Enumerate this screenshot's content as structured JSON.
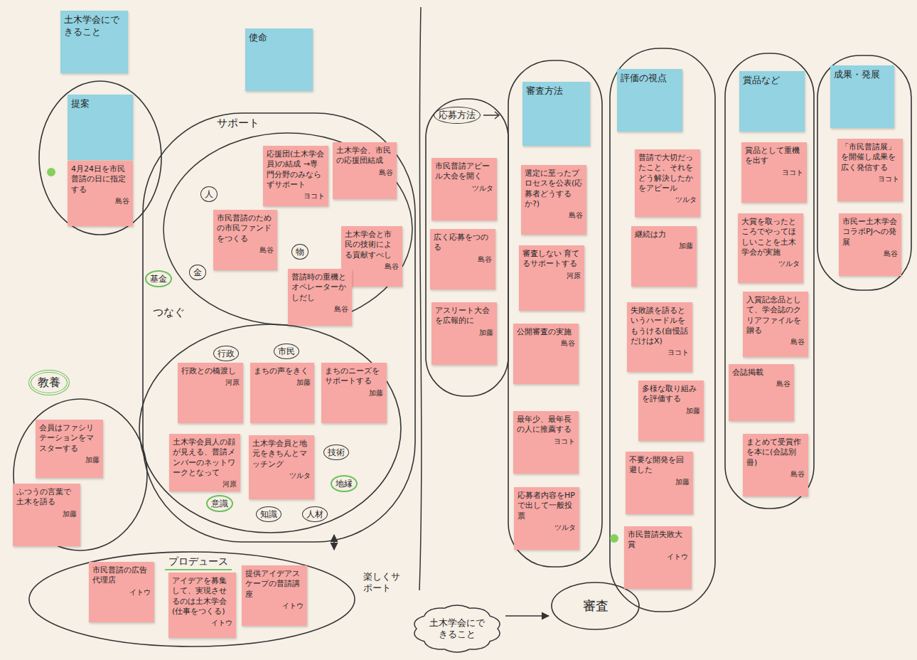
{
  "diagram": {
    "nodes": [
      {
        "text": [
          "土木学会にできること"
        ]
      },
      {
        "text": [
          "使命"
        ]
      },
      {
        "text": [
          "提案"
        ]
      },
      {
        "text": [
          "4月24日を市民普請の日に指定する",
          "島谷"
        ]
      },
      {
        "text": [
          "サポート"
        ]
      },
      {
        "text": [
          "応援団(土木学会員)の結成 →専門分野のみならずサポート",
          "ヨコト"
        ],
        "in": 4
      },
      {
        "text": [
          "土木学会、市民の応援団結成",
          "島谷"
        ],
        "in": 4
      },
      {
        "text": [
          "市民普請のための市民ファンドをつくる",
          "島谷"
        ],
        "in": 4
      },
      {
        "text": [
          "土木学会と市民の技術による貢献すべし",
          "島谷"
        ],
        "in": 4
      },
      {
        "text": [
          "普請時の重機とオペレーターかしだし",
          "島谷"
        ],
        "in": 4
      },
      {
        "text": [
          "つなぐ"
        ],
        "in": 4
      },
      {
        "text": [
          "行政との橋渡し",
          "河原"
        ],
        "in": 10
      },
      {
        "text": [
          "まちの声をきく",
          "加藤"
        ],
        "in": 10
      },
      {
        "text": [
          "まちのニーズをサポートする",
          "加藤"
        ],
        "in": 10
      },
      {
        "text": [
          "土木学会員人の顔が見える、普請メンバーのネットワークとなって",
          "河原"
        ],
        "in": 10
      },
      {
        "text": [
          "土木学会員と地元をきちんとマッチング",
          "ツルタ"
        ],
        "in": 10
      },
      {
        "text": [
          "教養"
        ]
      },
      {
        "text": [
          "会員はファシリテーションをマスターする",
          "加藤"
        ],
        "in": 16
      },
      {
        "text": [
          "ふつうの言葉で土木を語る",
          "加藤"
        ],
        "in": 16
      },
      {
        "text": [
          "プロデュース"
        ]
      },
      {
        "text": [
          "市民普請の広告代理店",
          "イトウ"
        ],
        "in": 19
      },
      {
        "text": [
          "アイデアを募集して、実現させるのは土木学会(仕事をつくる)",
          "イトウ"
        ],
        "in": 19
      },
      {
        "text": [
          "提供アイデアスケープの普請講座",
          "イトウ"
        ],
        "in": 19
      },
      {
        "text": [
          "土木学会にできること"
        ]
      },
      {
        "text": [
          "審査"
        ]
      },
      {
        "text": [
          "応募方法"
        ]
      },
      {
        "text": [
          "市民普請アピール大会を開く",
          "ツルタ"
        ],
        "in": 25
      },
      {
        "text": [
          "広く応募をつのる",
          "島谷"
        ],
        "in": 25
      },
      {
        "text": [
          "アスリート大会を広報的に",
          "加藤"
        ],
        "in": 25
      },
      {
        "text": [
          "審査方法"
        ]
      },
      {
        "text": [
          "選定に至ったプロセスを公表(応募者どうするか?)",
          "島谷"
        ]
      },
      {
        "text": [
          "審査しない 育てるサポートする",
          "河原"
        ]
      },
      {
        "text": [
          "公開審査の実施",
          "島谷"
        ]
      },
      {
        "text": [
          "最年少、最年長の人に推薦する",
          "ヨコト"
        ]
      },
      {
        "text": [
          "応募者内容をHPで出して一般投票",
          "ツルタ"
        ]
      },
      {
        "text": [
          "評価の視点"
        ]
      },
      {
        "text": [
          "普請で大切だったこと、それをどう解決したかをアピール",
          "ツルタ"
        ]
      },
      {
        "text": [
          "継続は力",
          "加藤"
        ]
      },
      {
        "text": [
          "失敗談を語るというハードルをもうける(自慢話だけはX)",
          "ヨコト"
        ]
      },
      {
        "text": [
          "多様な取り組みを評価する",
          "加藤"
        ]
      },
      {
        "text": [
          "不要な開発を回避した",
          "加藤"
        ]
      },
      {
        "text": [
          "市民普請失敗大賞",
          "イトウ"
        ]
      },
      {
        "text": [
          "賞品など"
        ]
      },
      {
        "text": [
          "賞品として重機を出す",
          "ヨコト"
        ]
      },
      {
        "text": [
          "大賞を取ったところでやってほしいことを土木学会が実施",
          "ツルタ"
        ]
      },
      {
        "text": [
          "入賞記念品として、学会誌のクリアファイルを贈る",
          "島谷"
        ]
      },
      {
        "text": [
          "会誌掲載",
          "島谷"
        ]
      },
      {
        "text": [
          "まとめて受賞作を本に(会誌別冊)",
          "島谷"
        ]
      },
      {
        "text": [
          "成果・発展"
        ]
      },
      {
        "text": [
          "「市民普請展」を開催し成果を広く発信する",
          "ヨコト"
        ]
      },
      {
        "text": [
          "市民ー土木学会コラボPJへの発展",
          "島谷"
        ]
      }
    ],
    "edges": [
      {
        "from": 10,
        "to": 19,
        "arrow": "both"
      },
      {
        "from": 23,
        "to": 24,
        "arrow": "to"
      }
    ],
    "labels": [
      "人",
      "金",
      "物",
      "基金",
      "行政",
      "市民",
      "技術",
      "地縁",
      "知識",
      "人材",
      "意識",
      "楽しくサポート"
    ]
  }
}
